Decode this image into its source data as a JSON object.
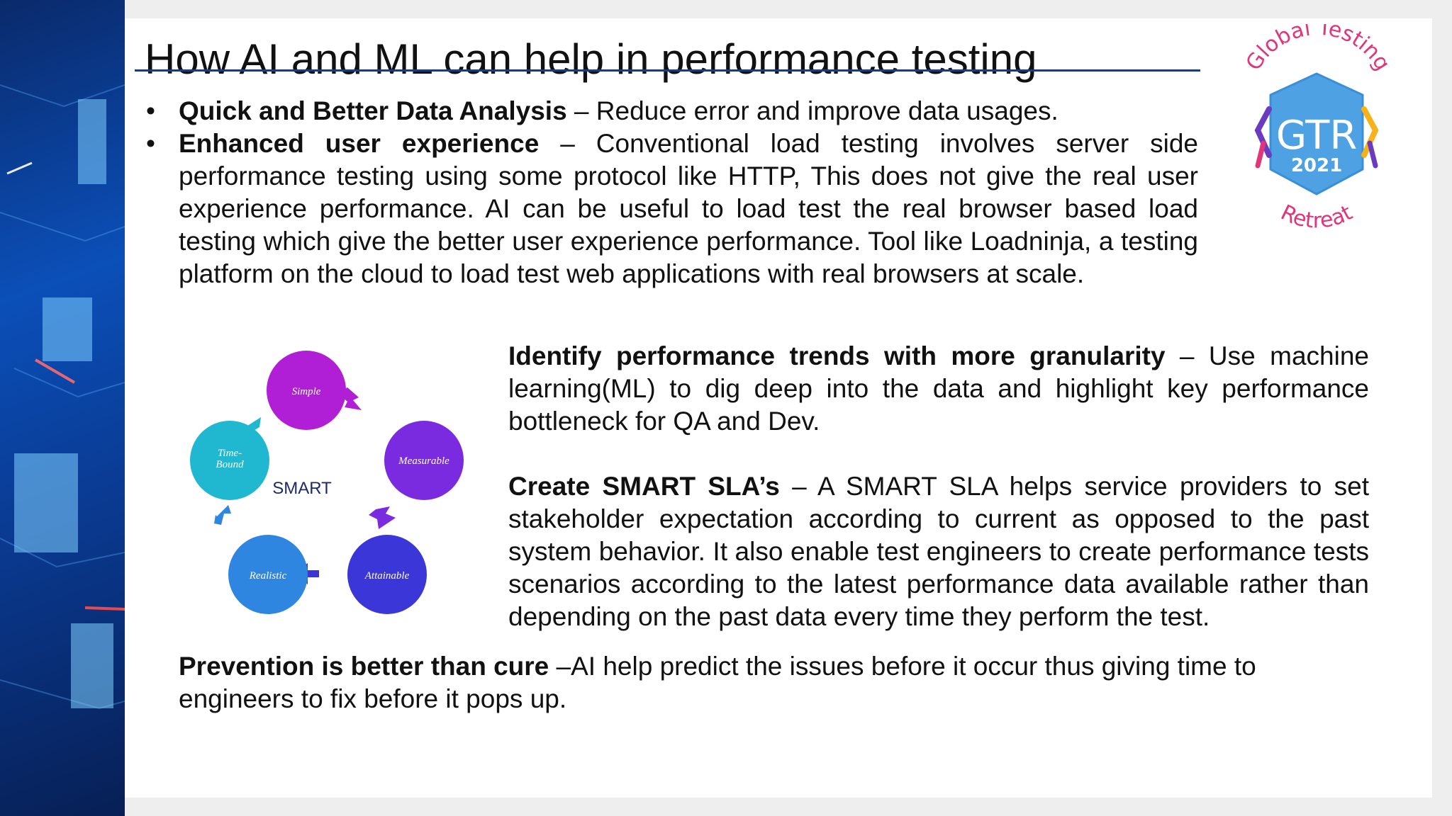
{
  "title": "How AI and ML can help in performance testing",
  "bullet_glyph": "•",
  "bullets": [
    {
      "heading": "Quick and Better Data Analysis",
      "text": " – Reduce error and improve data usages."
    },
    {
      "heading": "Enhanced user experience",
      "text": " – Conventional load testing involves server side performance testing using some protocol like HTTP, This does not give the real user experience performance. AI can be useful to load test the real browser based load testing which give the better user experience performance. Tool like Loadninja, a testing platform on the cloud to load test web applications with real browsers at scale."
    }
  ],
  "sections": {
    "trends": {
      "heading": "Identify performance trends with more granularity",
      "text": " – Use machine learning(ML) to dig deep into the data and highlight key performance bottleneck for QA and Dev."
    },
    "sla": {
      "heading": "Create SMART SLA’s",
      "text": " – A SMART SLA helps service providers to set stakeholder expectation according to current as opposed to the past system behavior. It also enable test engineers to create performance tests scenarios according to the latest performance data available rather than depending on the past data every time they perform the test."
    },
    "prevention": {
      "heading": "Prevention is better than cure",
      "text": " –AI help predict the issues before it occur thus giving time to engineers to fix before it pops up."
    }
  },
  "smart_diagram": {
    "center_label": "SMART",
    "nodes": [
      {
        "label": "Simple",
        "color": "#b01fd6"
      },
      {
        "label": "Measurable",
        "color": "#7a2be0"
      },
      {
        "label": "Attainable",
        "color": "#3a36d8"
      },
      {
        "label": "Realistic",
        "color": "#2f86e0"
      },
      {
        "label": "Time-",
        "label2": "Bound",
        "color": "#1fb8d0"
      }
    ]
  },
  "logo": {
    "arc_top": "Global Testing",
    "name": "GTR",
    "year": "2021",
    "arc_bottom": "Retreat"
  },
  "colors": {
    "title_rule": "#1f3b73",
    "logo_blue": "#4ea1e3",
    "logo_pink": "#e0357a",
    "logo_purple": "#6a3bbf",
    "logo_yellow": "#f5b21c"
  }
}
